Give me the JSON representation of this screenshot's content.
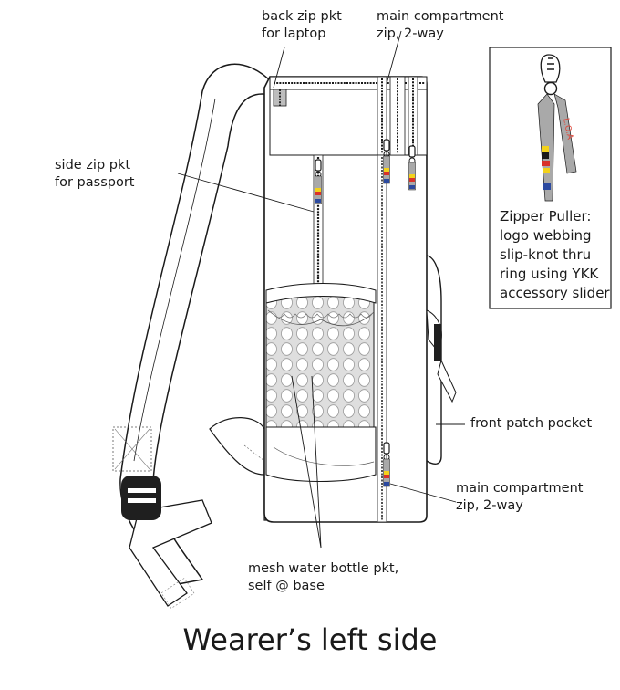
{
  "labels": {
    "back_zip": [
      "back zip pkt",
      "for laptop"
    ],
    "main_zip_top": [
      "main compartment",
      "zip, 2-way"
    ],
    "side_zip": [
      "side zip pkt",
      "for passport"
    ],
    "front_patch": [
      "front patch pocket"
    ],
    "main_zip_bottom": [
      "main compartment",
      "zip, 2-way"
    ],
    "mesh": [
      "mesh water bottle pkt,",
      "self @ base"
    ]
  },
  "inset": {
    "title_lines": [
      "Zipper Puller:",
      "logo webbing",
      "slip-knot thru",
      "ring using YKK",
      "accessory slider"
    ],
    "webbing_text": "L.O.A"
  },
  "caption": "Wearer’s left side",
  "colors": {
    "line": "#1a1a1a",
    "webbing": "#a9a9a9",
    "logo_red": "#e0473a",
    "flag_yellow": "#f3d21b",
    "flag_red": "#d9322b",
    "flag_blue": "#2c4aa0",
    "mesh_fill": "#e6e6e6",
    "gusset": "#d4d4d4"
  }
}
